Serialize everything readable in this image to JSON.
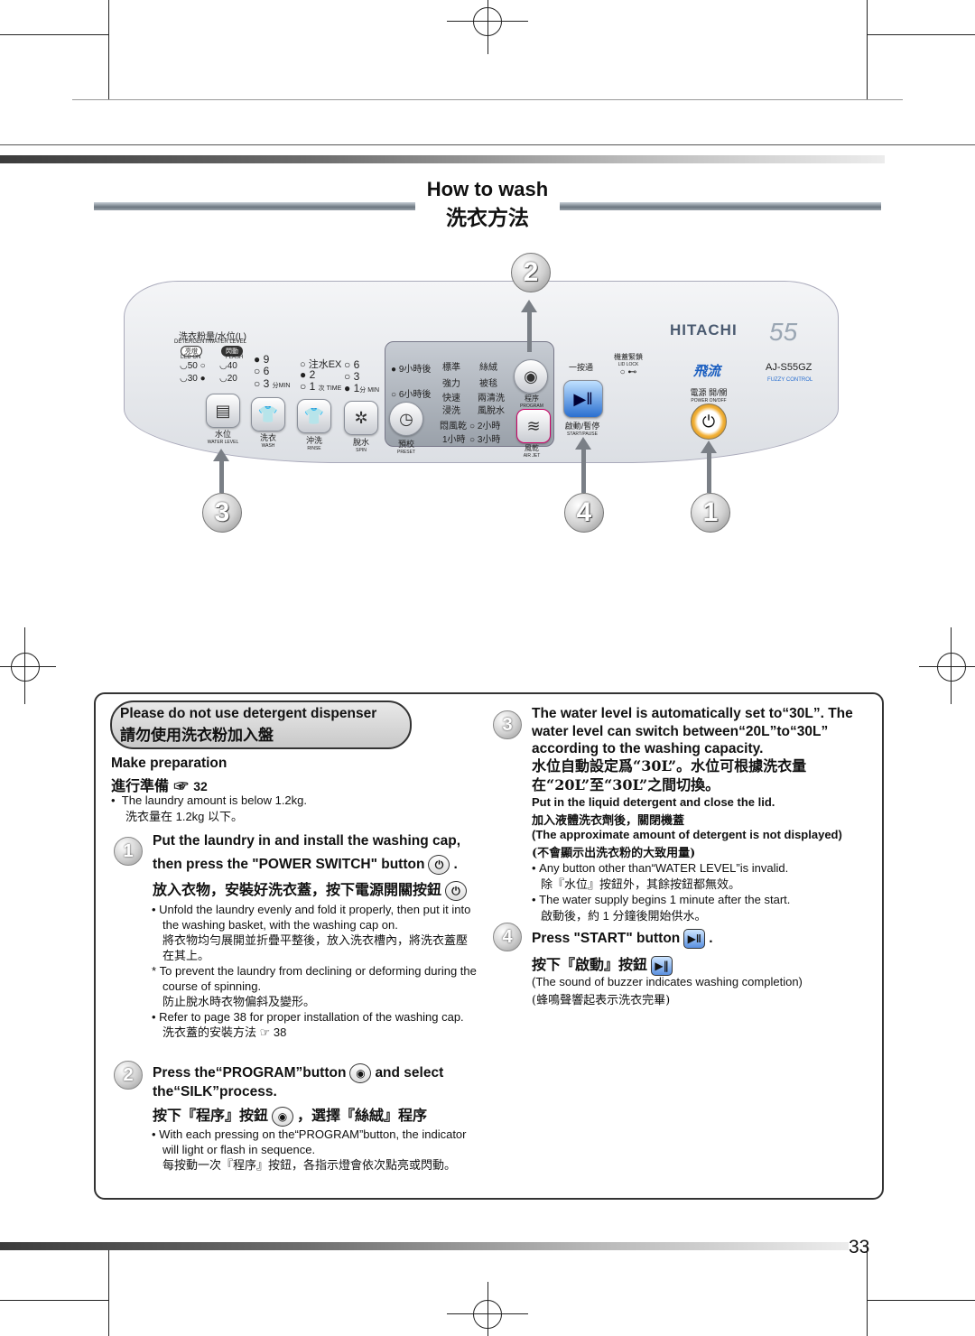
{
  "header": {
    "title_en": "How to wash",
    "title_zh": "洗衣方法"
  },
  "panel": {
    "brand": "HITACHI",
    "model": "AJ-S55GZ",
    "series_logo": "55",
    "fuzzy": "FUZZY CONTROL",
    "feiliu": "飛流",
    "water_level_title": "洗衣粉量/水位(L)",
    "water_level_sub": "DETERGENT/WATER LEVEL",
    "led_on": "亮燈",
    "flash": "閃動",
    "led_on_en": "LED ON",
    "flash_en": "FLASH",
    "levels": [
      "50",
      "40",
      "30",
      "20"
    ],
    "wash_times": [
      "9",
      "6",
      "3"
    ],
    "wash_min": "分MIN",
    "rinse_label": "注水EX",
    "rinse_times": [
      "2",
      "1"
    ],
    "rinse_unit": "次 TIME",
    "spin_times": [
      "6",
      "3",
      "1"
    ],
    "spin_unit": "分 MIN",
    "buttons": {
      "water": "水位",
      "water_en": "WATER LEVEL",
      "wash": "洗衣",
      "wash_en": "WASH",
      "rinse": "沖洗",
      "rinse_en": "RINSE",
      "spin": "脫水",
      "spin_en": "SPIN",
      "preset": "預校",
      "preset_en": "PRESET",
      "program": "程序",
      "program_en": "PROGRAM",
      "airjet": "風乾",
      "airjet_en": "AIR JET",
      "start": "啟動/暫停",
      "start_en": "START/PAUSE",
      "power": "電源 開/關",
      "power_en": "POWER ON/OFF",
      "onetouch": "一按通",
      "lidlock": "機蓋緊鎖",
      "lidlock_en": "LID LOCK"
    },
    "preset_times": [
      "9小時後",
      "6小時後"
    ],
    "programs": [
      "標準",
      "絲絨",
      "強力",
      "被毯",
      "快速",
      "兩清洗",
      "浸洗",
      "風脫水",
      "悶風乾",
      "2小時",
      "1小時",
      "3小時"
    ],
    "callouts": [
      "2",
      "3",
      "4",
      "1"
    ]
  },
  "box": {
    "pill_en": "Please do not use detergent dispenser",
    "pill_zh": "請勿使用洗衣粉加入盤",
    "prep_en": "Make preparation",
    "prep_zh": "進行準備",
    "prep_ref": "32",
    "prep_b1_en": "The laundry amount is below 1.2kg.",
    "prep_b1_zh": "洗衣量在 1.2kg 以下。",
    "s1_num": "1",
    "s1_en_a": "Put the laundry in and install the washing cap,",
    "s1_en_b": "then press the \"POWER SWITCH\" button",
    "s1_zh": "放入衣物，安裝好洗衣蓋，按下電源開關按鈕",
    "s1_b1_en": "Unfold the laundry evenly and fold it properly, then put it into the washing basket, with the washing cap on.",
    "s1_b1_zh": "將衣物均勻展開並折疊平整後，放入洗衣槽內，將洗衣蓋壓在其上。",
    "s1_b2_en": "To prevent the laundry from declining or deforming during the course of spinning.",
    "s1_b2_zh": "防止脫水時衣物偏斜及變形。",
    "s1_b3_en": "Refer to page 38 for proper installation of the washing cap.",
    "s1_b3_zh": "洗衣蓋的安裝方法",
    "s1_b3_ref": "38",
    "s2_num": "2",
    "s2_en_a": "Press the“PROGRAM”button",
    "s2_en_b": "and select",
    "s2_en_c": "the“SILK”process.",
    "s2_zh_a": "按下『程序』按鈕",
    "s2_zh_b": "，選擇『絲絨』程序",
    "s2_b1_en": "With each pressing on the“PROGRAM”button, the indicator will light or flash in sequence.",
    "s2_b1_zh": "每按動一次『程序』按鈕，各指示燈會依次點亮或閃動。",
    "s3_num": "3",
    "s3_en": "The water level is automatically set to“30L”. The water level can switch between“20L”to“30L” according to the washing capacity.",
    "s3_zh": "水位自動設定爲“30L”。水位可根據洗衣量在“20L”至“30L”之間切換。",
    "s3_sub_en": "Put in the liquid detergent and close the lid.",
    "s3_sub_zh": "加入液體洗衣劑後，關閉機蓋",
    "s3_note_en": "(The approximate amount of detergent is not displayed)",
    "s3_note_zh": "(不會顯示出洗衣粉的大致用量)",
    "s3_b1_en": "Any button other than“WATER LEVEL”is invalid.",
    "s3_b1_zh": "除『水位』按鈕外，其餘按鈕都無效。",
    "s3_b2_en": "The water supply begins 1 minute after the start.",
    "s3_b2_zh": "啟動後，約 1 分鐘後開始供水。",
    "s4_num": "4",
    "s4_en": "Press \"START\" button",
    "s4_zh": "按下『啟動』按鈕",
    "s4_note_en": "(The sound of buzzer indicates washing completion)",
    "s4_note_zh": "(蜂鳴聲響起表示洗衣完畢)"
  },
  "page_number": "33"
}
